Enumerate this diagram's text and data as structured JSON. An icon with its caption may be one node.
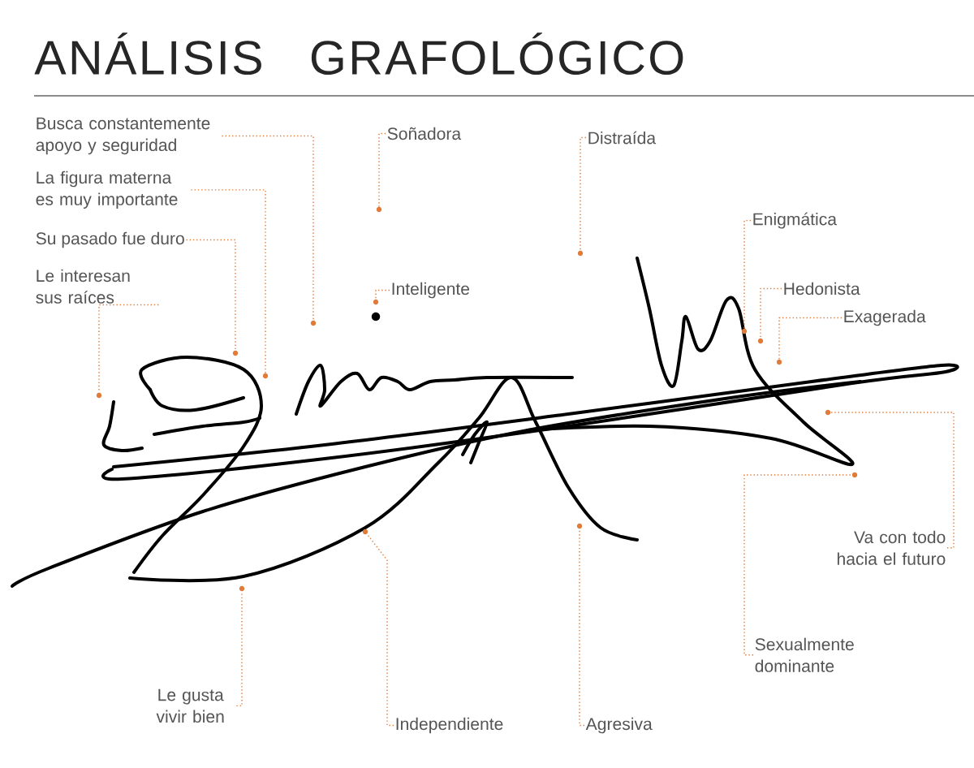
{
  "diagram": {
    "title": "ANÁLISIS GRAFOLÓGICO",
    "nodes": [
      {
        "text": [
          "Busca constantemente apoyo y seguridad"
        ]
      },
      {
        "text": [
          "La figura materna es muy importante"
        ]
      },
      {
        "text": [
          "Su pasado fue duro"
        ]
      },
      {
        "text": [
          "Le interesan sus raíces"
        ]
      },
      {
        "text": [
          "Soñadora"
        ]
      },
      {
        "text": [
          "Distraída"
        ]
      },
      {
        "text": [
          "Inteligente"
        ]
      },
      {
        "text": [
          "Enigmática"
        ]
      },
      {
        "text": [
          "Hedonista"
        ]
      },
      {
        "text": [
          "Exagerada"
        ]
      },
      {
        "text": [
          "Va con todo hacia el futuro"
        ]
      },
      {
        "text": [
          "Sexualmente dominante"
        ]
      },
      {
        "text": [
          "Le gusta vivir bien"
        ]
      },
      {
        "text": [
          "Independiente"
        ]
      },
      {
        "text": [
          "Agresiva"
        ]
      },
      {
        "text": [],
        "shape": "circle"
      },
      {
        "text": [],
        "shape": "circle"
      },
      {
        "text": [],
        "shape": "circle"
      },
      {
        "text": [],
        "shape": "circle"
      },
      {
        "text": [],
        "shape": "circle"
      },
      {
        "text": [],
        "shape": "circle"
      },
      {
        "text": [],
        "shape": "circle"
      },
      {
        "text": [],
        "shape": "circle"
      },
      {
        "text": [],
        "shape": "circle"
      },
      {
        "text": [],
        "shape": "circle"
      },
      {
        "text": [],
        "shape": "circle"
      },
      {
        "text": [],
        "shape": "circle"
      },
      {
        "text": [],
        "shape": "circle"
      },
      {
        "text": [],
        "shape": "circle"
      },
      {
        "text": [],
        "shape": "circle"
      }
    ],
    "edges": [
      {
        "from": 0,
        "to": 15,
        "arrow": "none",
        "style": "dashed"
      },
      {
        "from": 1,
        "to": 16,
        "arrow": "none",
        "style": "dashed"
      },
      {
        "from": 2,
        "to": 17,
        "arrow": "none",
        "style": "dashed"
      },
      {
        "from": 3,
        "to": 18,
        "arrow": "none",
        "style": "dashed"
      },
      {
        "from": 4,
        "to": 19,
        "arrow": "none",
        "style": "dashed"
      },
      {
        "from": 5,
        "to": 20,
        "arrow": "none",
        "style": "dashed"
      },
      {
        "from": 6,
        "to": 21,
        "arrow": "none",
        "style": "dashed"
      },
      {
        "from": 7,
        "to": 22,
        "arrow": "none",
        "style": "dashed"
      },
      {
        "from": 8,
        "to": 23,
        "arrow": "none",
        "style": "dashed"
      },
      {
        "from": 9,
        "to": 24,
        "arrow": "none",
        "style": "dashed"
      },
      {
        "from": 10,
        "to": 25,
        "arrow": "none",
        "style": "dashed"
      },
      {
        "from": 11,
        "to": 26,
        "arrow": "none",
        "style": "dashed"
      },
      {
        "from": 12,
        "to": 27,
        "arrow": "none",
        "style": "dashed"
      },
      {
        "from": 13,
        "to": 28,
        "arrow": "none",
        "style": "dashed"
      },
      {
        "from": 14,
        "to": 29,
        "arrow": "none",
        "style": "dashed"
      }
    ]
  }
}
